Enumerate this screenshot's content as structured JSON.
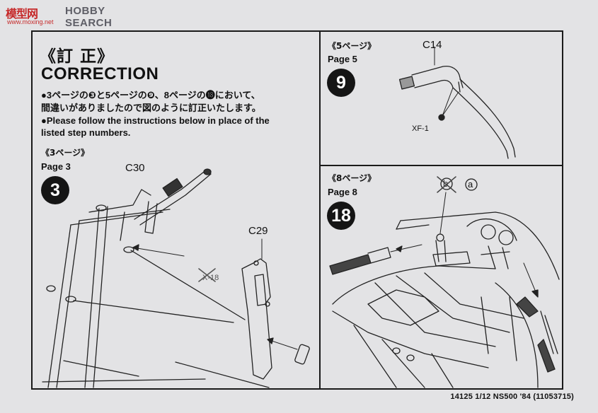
{
  "watermark": {
    "logo": "模型网",
    "search": "HOBBY SEARCH",
    "url": "www.moxing.net"
  },
  "correction": {
    "title_jp": "《訂 正》",
    "title_en": "CORRECTION",
    "line1": "●3ページの❸と5ページの❾、8ページの⓲において、",
    "line2": "間違いがありましたので図のように訂正いたします。",
    "line3": "●Please follow the instructions below in place of the",
    "line4": "listed step numbers."
  },
  "page3": {
    "jp": "《3ページ》",
    "en": "Page 3",
    "step": "3",
    "part_c30": "C30",
    "part_c29": "C29",
    "crossed": "X-18"
  },
  "page5": {
    "jp": "《5ページ》",
    "en": "Page 5",
    "step": "9",
    "part_c14": "C14",
    "part_xf1": "XF-1"
  },
  "page8": {
    "jp": "《8ページ》",
    "en": "Page 8",
    "step": "18",
    "crossed": "b",
    "replacement": "a"
  },
  "footer": "14125  1/12 NS500 '84 (11053715)"
}
